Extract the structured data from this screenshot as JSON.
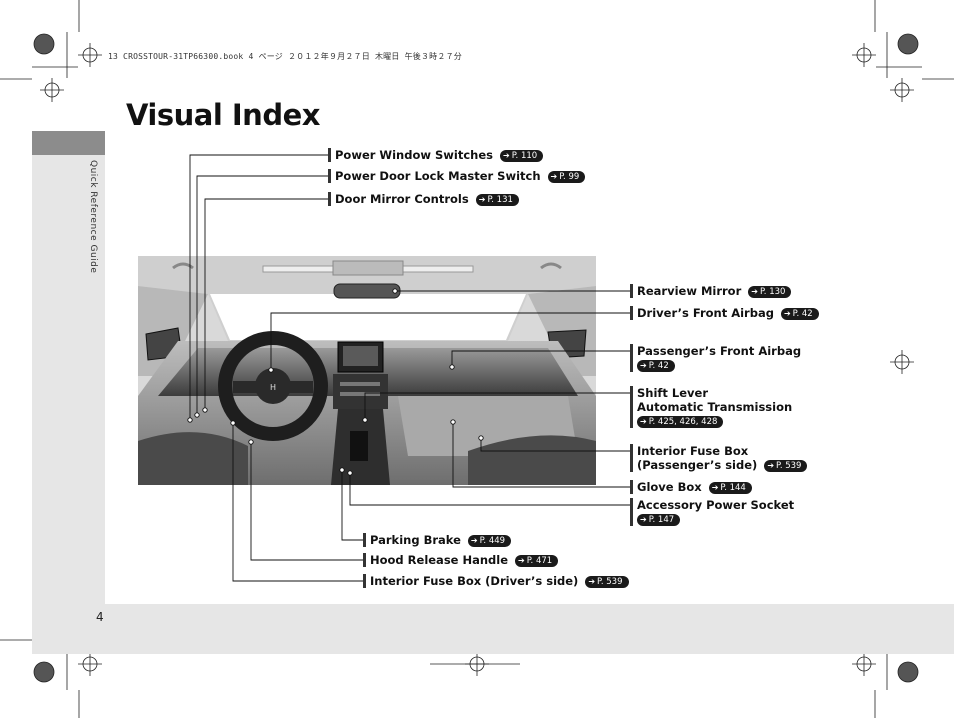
{
  "print_header": "13 CROSSTOUR-31TP66300.book  4 ページ  ２０１２年９月２７日  木曜日  午後３時２７分",
  "section_label": "Quick Reference Guide",
  "page_title": "Visual Index",
  "page_number": "4",
  "ref_prefix": "P.",
  "left_callouts": [
    {
      "label": "Power Window Switches",
      "ref": "110"
    },
    {
      "label": "Power Door Lock Master Switch",
      "ref": "99"
    },
    {
      "label": "Door Mirror Controls",
      "ref": "131"
    }
  ],
  "right_callouts": [
    {
      "label": "Rearview Mirror",
      "ref": "130"
    },
    {
      "label": "Driver’s Front Airbag",
      "ref": "42"
    },
    {
      "label": "Passenger’s Front Airbag",
      "ref": "42"
    },
    {
      "label": "Shift Lever",
      "label2": "Automatic Transmission",
      "ref": "425, 426, 428"
    },
    {
      "label": "Interior Fuse Box",
      "label2": "(Passenger’s side)",
      "ref": "539"
    },
    {
      "label": "Glove Box",
      "ref": "144"
    },
    {
      "label": "Accessory Power Socket",
      "ref": "147"
    }
  ],
  "bottom_callouts": [
    {
      "label": "Parking Brake",
      "ref": "449"
    },
    {
      "label": "Hood Release Handle",
      "ref": "471"
    },
    {
      "label": "Interior Fuse Box (Driver’s side)",
      "ref": "539"
    }
  ]
}
